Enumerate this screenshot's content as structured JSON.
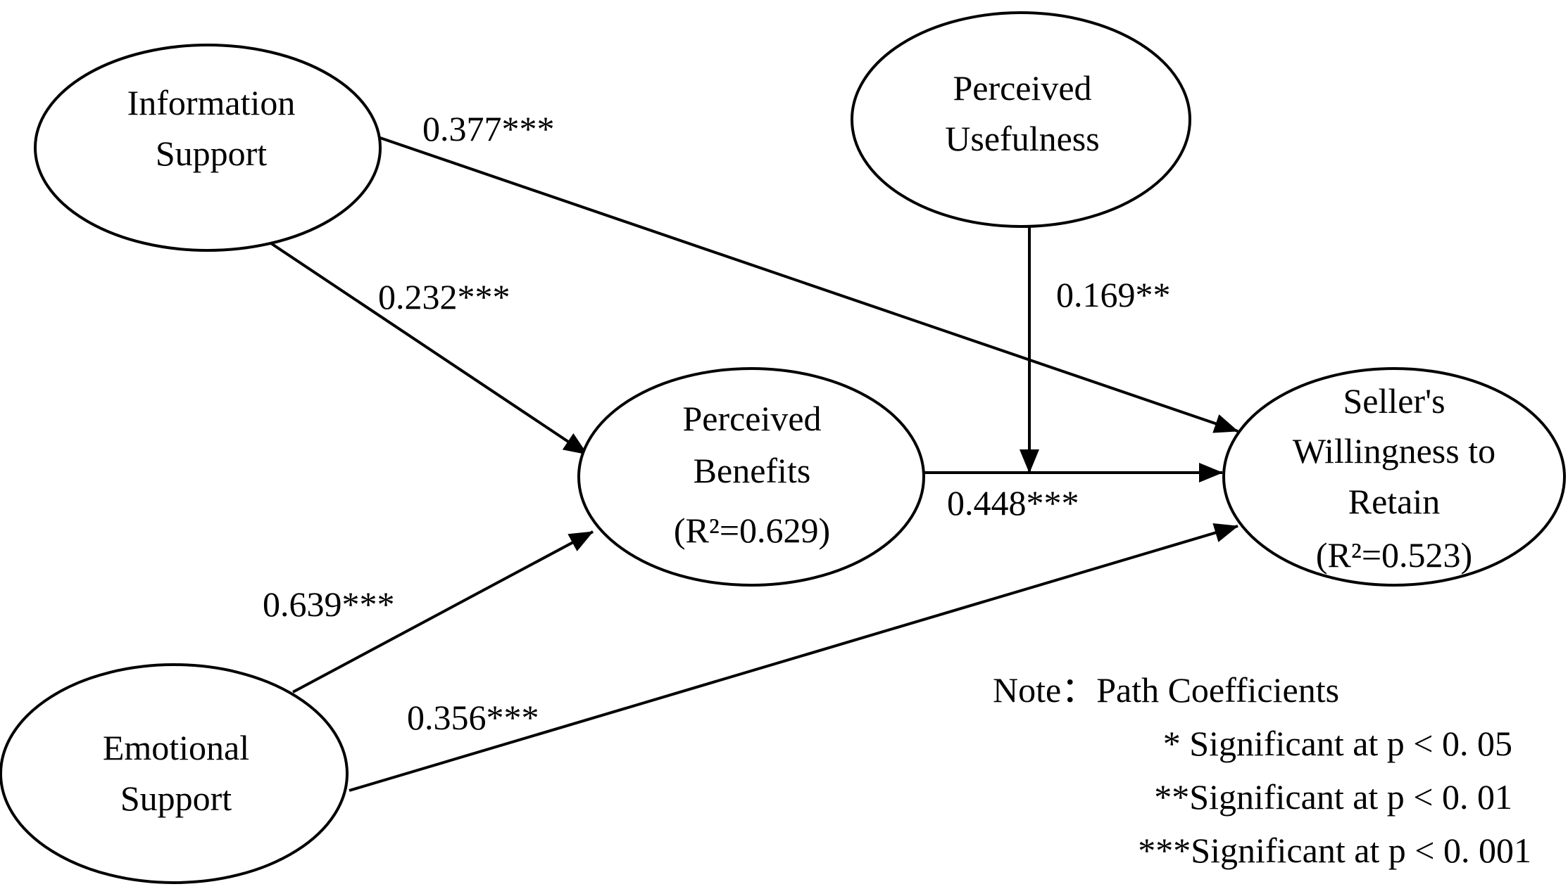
{
  "nodes": {
    "information_support": [
      "Information",
      "Support"
    ],
    "perceived_usefulness": [
      "Perceived",
      "Usefulness"
    ],
    "perceived_benefits": [
      "Perceived",
      "Benefits",
      "(R²=0.629)"
    ],
    "willingness_to_retain": [
      "Seller's",
      "Willingness to",
      "Retain",
      "(R²=0.523)"
    ],
    "emotional_support": [
      "Emotional",
      "Support"
    ]
  },
  "paths": {
    "info_to_retain": "0.377***",
    "info_to_benefits": "0.232***",
    "usefulness_moderation": "0.169**",
    "benefits_to_retain": "0.448***",
    "emotional_to_benefits": "0.639***",
    "emotional_to_retain": "0.356***"
  },
  "note": {
    "title": "Note：Path Coefficients",
    "lines": [
      "* Significant at p < 0. 05",
      "**Significant at p < 0. 01",
      "***Significant at p < 0. 001"
    ]
  }
}
